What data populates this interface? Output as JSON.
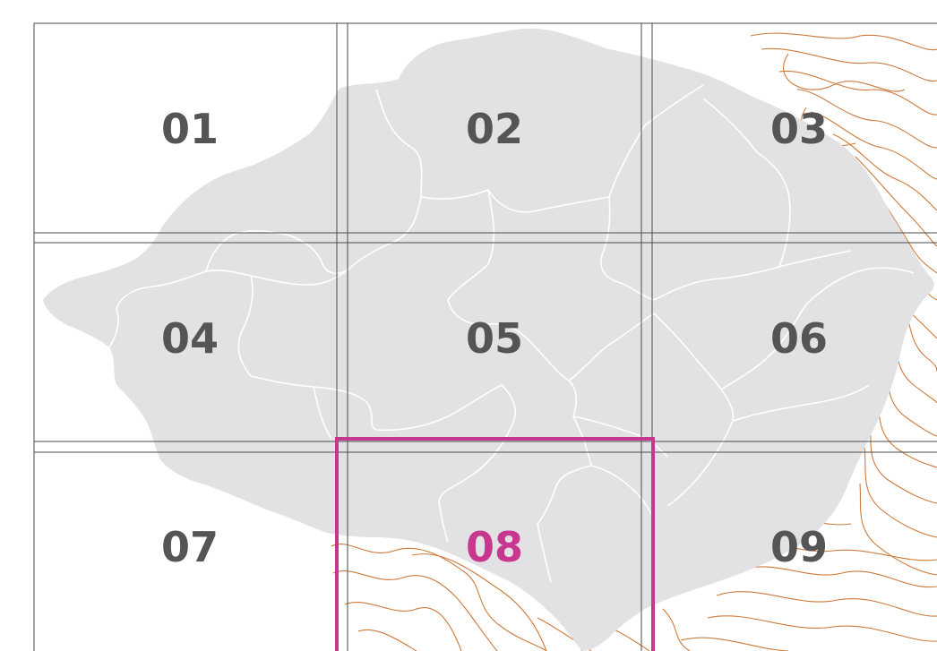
{
  "map": {
    "tiles": [
      {
        "id": "01",
        "label": "01",
        "selected": false
      },
      {
        "id": "02",
        "label": "02",
        "selected": false
      },
      {
        "id": "03",
        "label": "03",
        "selected": false
      },
      {
        "id": "04",
        "label": "04",
        "selected": false
      },
      {
        "id": "05",
        "label": "05",
        "selected": false
      },
      {
        "id": "06",
        "label": "06",
        "selected": false
      },
      {
        "id": "07",
        "label": "07",
        "selected": false
      },
      {
        "id": "08",
        "label": "08",
        "selected": true
      },
      {
        "id": "09",
        "label": "09",
        "selected": false
      }
    ],
    "colors": {
      "background": "#ffffff",
      "region_fill": "#e2e2e4",
      "region_internal_borders": "#ffffff",
      "grid_lines": "#4a4a4a",
      "label_text": "#555555",
      "selected_highlight": "#c8378f",
      "contour_lines": "#cc7a3a"
    }
  }
}
